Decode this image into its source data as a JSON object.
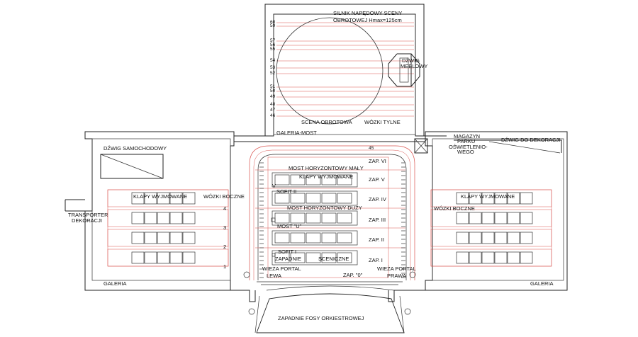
{
  "labels": {
    "engine_line1": "SILNIK NAPĘDOWY SCENY",
    "engine_line2": "OBROTOWEJ Hmax=125cm",
    "lift_furniture_line1": "DŹWIG",
    "lift_furniture_line2": "MEBLOWY",
    "revolving_stage": "SCENA OBROTOWA",
    "rear_wagons": "WÓZKI TYLNE",
    "gallery_bridge": "GALERIA-MOST",
    "car_lift": "DŹWIG SAMOCHODOWY",
    "magazine_line1": "MAGAZYN",
    "magazine_line2": "PARKU",
    "magazine_line3": "OŚWIETLENIO-",
    "magazine_line4": "WEGO",
    "decor_lift": "DŹWIG DO DEKORACJI",
    "transporter_line1": "TRANSPORTER",
    "transporter_line2": "DEKORACJI",
    "traps_left": "KLAPY WYJMOWANE",
    "side_wagons_left": "WÓZKI BOCZNE",
    "traps_center": "KLAPY WYJMOWANE",
    "traps_right": "KLAPY WYJMOWANE",
    "side_wagons_right": "WÓZKI BOCZNE",
    "bridge_small": "MOST HORYZONTOWY MAŁY",
    "bridge_large": "MOST HORYZONTOWY DUŻY",
    "bridge_u": "MOST \"U\"",
    "sofit_ii": "SOFIT II",
    "sofit_i": "SOFIT I",
    "zapadnie": "ZAPADNIE",
    "sceniczne": "SCENICZNE",
    "v_mark": "V",
    "num_45": "45",
    "zap_vi": "ZAP. VI",
    "zap_v": "ZAP. V",
    "zap_iv": "ZAP. IV",
    "zap_iii": "ZAP. III",
    "zap_ii": "ZAP. II",
    "zap_i": "ZAP. I",
    "zap_0": "ZAP. \"0\"",
    "tower_left_line1": "WIEŻA PORTAL",
    "tower_left_line2": "LEWA",
    "tower_right_line1": "WIEŻA PORTAL",
    "tower_right_line2": "PRAWA",
    "gallery_left": "GALERIA",
    "gallery_right": "GALERIA",
    "orchestra_pit": "ZAPADNIE FOSY ORKIESTROWEJ"
  },
  "row_numbers": [
    "4",
    "3",
    "2",
    "1"
  ],
  "line_numbers": [
    "60",
    "59",
    "57",
    "56",
    "55",
    "54",
    "53",
    "52",
    "51",
    "50",
    "49",
    "48",
    "47",
    "46"
  ]
}
